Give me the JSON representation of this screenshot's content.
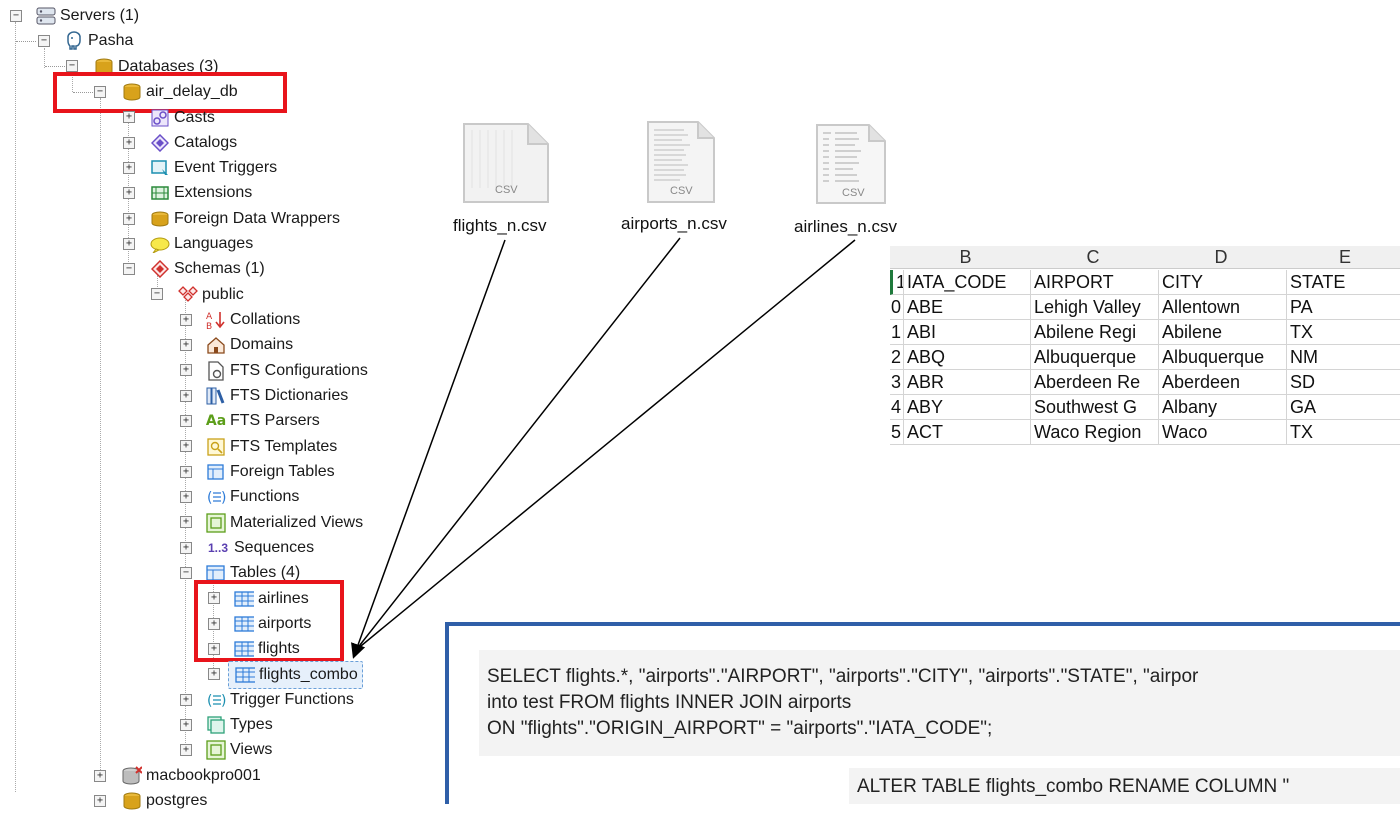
{
  "tree": {
    "servers": "Servers (1)",
    "server": "Pasha",
    "databases": "Databases (3)",
    "db": "air_delay_db",
    "db_items": [
      "Casts",
      "Catalogs",
      "Event Triggers",
      "Extensions",
      "Foreign Data Wrappers",
      "Languages"
    ],
    "schemas": "Schemas (1)",
    "schema": "public",
    "schema_items": [
      "Collations",
      "Domains",
      "FTS Configurations",
      "FTS Dictionaries",
      "FTS Parsers",
      "FTS Templates",
      "Foreign Tables",
      "Functions",
      "Materialized Views",
      "Sequences"
    ],
    "tables": "Tables (4)",
    "table_items": [
      "airlines",
      "airports",
      "flights",
      "flights_combo"
    ],
    "after_tables": [
      "Trigger Functions",
      "Types",
      "Views"
    ],
    "other_server": "macbookpro001",
    "last_db": "postgres"
  },
  "files": [
    {
      "name": "flights_n.csv",
      "ext": "CSV"
    },
    {
      "name": "airports_n.csv",
      "ext": "CSV"
    },
    {
      "name": "airlines_n.csv",
      "ext": "CSV"
    }
  ],
  "sheet": {
    "columns": [
      "B",
      "C",
      "D",
      "E"
    ],
    "header": [
      "IATA_CODE",
      "AIRPORT",
      "CITY",
      "STATE"
    ],
    "row_nums": [
      "0",
      "1",
      "2",
      "3",
      "4",
      "5"
    ],
    "rows": [
      [
        "ABE",
        "Lehigh Valley",
        "Allentown",
        "PA"
      ],
      [
        "ABI",
        "Abilene Regi",
        "Abilene",
        "TX"
      ],
      [
        "ABQ",
        "Albuquerque",
        "Albuquerque",
        "NM"
      ],
      [
        "ABR",
        "Aberdeen Re",
        "Aberdeen",
        "SD"
      ],
      [
        "ABY",
        "Southwest G",
        "Albany",
        "GA"
      ],
      [
        "ACT",
        "Waco Region",
        "Waco",
        "TX"
      ]
    ]
  },
  "sql": {
    "line1": "SELECT flights.*, \"airports\".\"AIRPORT\", \"airports\".\"CITY\", \"airports\".\"STATE\", \"airpor",
    "line2": "into test FROM flights INNER JOIN airports",
    "line3": "ON \"flights\".\"ORIGIN_AIRPORT\" = \"airports\".\"IATA_CODE\";",
    "line4": "ALTER TABLE flights_combo RENAME COLUMN \""
  },
  "colors": {
    "highlight": "#e8141b",
    "sql_border": "#2f5fa8",
    "db_icon": "#d8a21b"
  }
}
